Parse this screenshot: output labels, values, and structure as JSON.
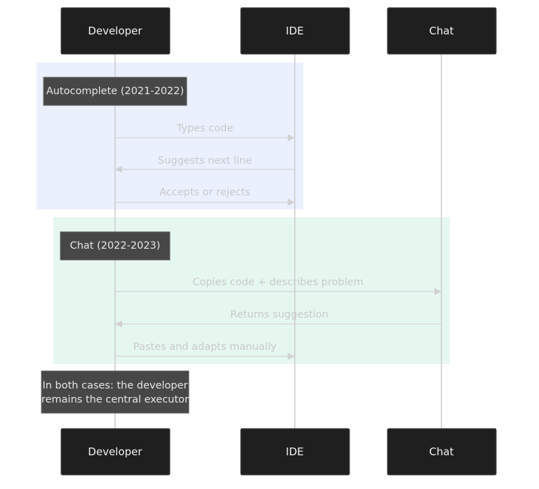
{
  "actors": [
    {
      "id": "developer",
      "label": "Developer"
    },
    {
      "id": "ide",
      "label": "IDE"
    },
    {
      "id": "chat",
      "label": "Chat"
    }
  ],
  "sections": [
    {
      "id": "autocomplete",
      "label": "Autocomplete (2021-2022)",
      "color": "#eaf0fd",
      "messages": [
        {
          "from": "developer",
          "to": "ide",
          "text": "Types code"
        },
        {
          "from": "ide",
          "to": "developer",
          "text": "Suggests next line"
        },
        {
          "from": "developer",
          "to": "ide",
          "text": "Accepts or rejects"
        }
      ]
    },
    {
      "id": "chat",
      "label": "Chat (2022-2023)",
      "color": "#e6f7f0",
      "messages": [
        {
          "from": "developer",
          "to": "chat",
          "text": "Copies code + describes problem"
        },
        {
          "from": "chat",
          "to": "developer",
          "text": "Returns suggestion"
        },
        {
          "from": "developer",
          "to": "ide",
          "text": "Pastes and adapts manually"
        }
      ]
    }
  ],
  "final_note": {
    "lines": [
      "In both cases: the developer",
      "remains the central executor"
    ]
  },
  "colors": {
    "actor_fill": "#1f1f1f",
    "note_fill": "#474747",
    "line": "#cccccc"
  }
}
